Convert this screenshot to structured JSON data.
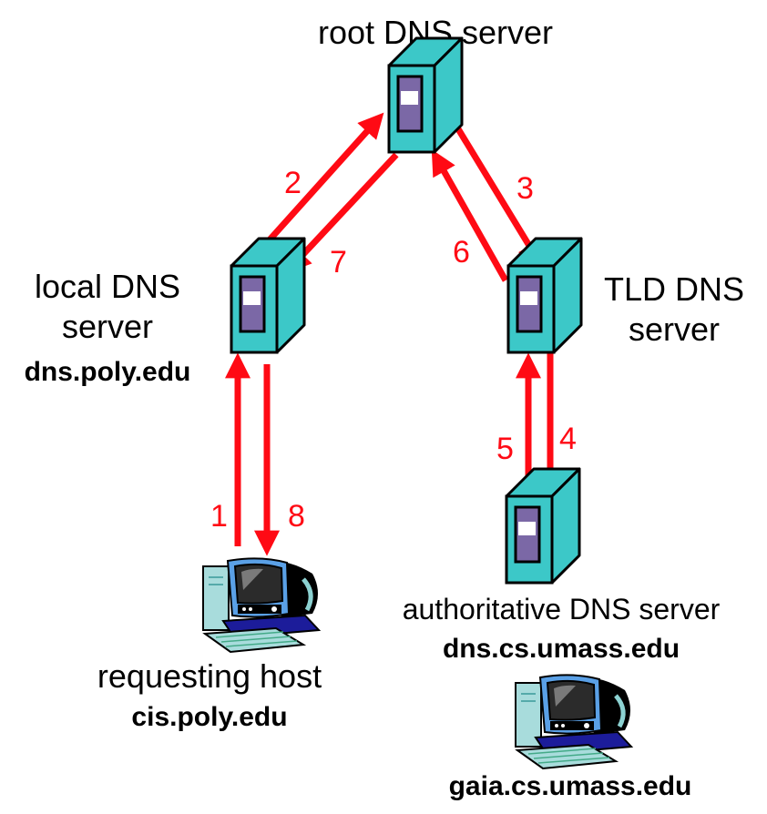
{
  "colors": {
    "arrow": "#ff0a14",
    "server_face": "#3cc8c8",
    "server_panel": "#7b68a6",
    "server_window": "#ffffff",
    "outline": "#000000",
    "text": "#000000"
  },
  "nodes": {
    "root": {
      "label": "root DNS server",
      "icon": "server-icon"
    },
    "local": {
      "label_line1": "local DNS",
      "label_line2": "server",
      "hostname": "dns.poly.edu",
      "icon": "server-icon"
    },
    "tld": {
      "label_line1": "TLD DNS",
      "label_line2": "server",
      "icon": "server-icon"
    },
    "authoritative": {
      "label": "authoritative DNS server",
      "hostname": "dns.cs.umass.edu",
      "icon": "server-icon"
    },
    "requesting_host": {
      "label": "requesting host",
      "hostname": "cis.poly.edu",
      "icon": "desktop-computer-icon"
    },
    "target_host": {
      "hostname": "gaia.cs.umass.edu",
      "icon": "desktop-computer-icon"
    }
  },
  "steps": [
    {
      "number": "1",
      "from": "requesting host",
      "to": "local DNS server"
    },
    {
      "number": "2",
      "from": "local DNS server",
      "to": "root DNS server"
    },
    {
      "number": "3",
      "from": "root DNS server",
      "to": "TLD DNS server"
    },
    {
      "number": "4",
      "from": "TLD DNS server",
      "to": "authoritative DNS server"
    },
    {
      "number": "5",
      "from": "authoritative DNS server",
      "to": "TLD DNS server"
    },
    {
      "number": "6",
      "from": "TLD DNS server",
      "to": "root DNS server"
    },
    {
      "number": "7",
      "from": "root DNS server",
      "to": "local DNS server"
    },
    {
      "number": "8",
      "from": "local DNS server",
      "to": "requesting host"
    }
  ]
}
